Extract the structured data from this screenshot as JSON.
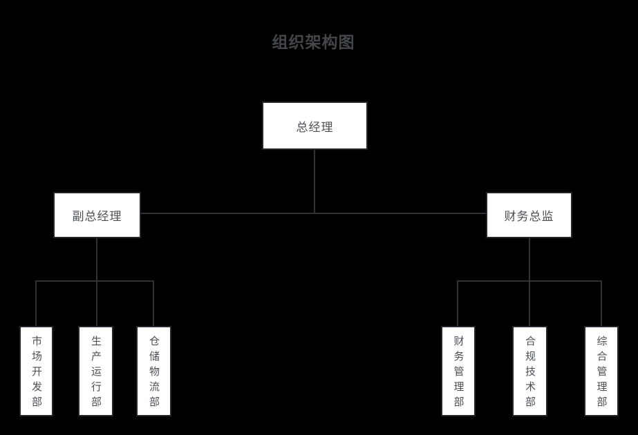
{
  "title": "组织架构图",
  "colors": {
    "background": "#000000",
    "node_fill": "#ffffff",
    "node_border": "#23272c",
    "connector": "#2f3337",
    "node_text": "#4b4f54",
    "title_text": "#43474c"
  },
  "org": {
    "root": {
      "label": "总经理",
      "children": [
        {
          "label": "副总经理",
          "children": [
            {
              "label": "市场开发部"
            },
            {
              "label": "生产运行部"
            },
            {
              "label": "仓储物流部"
            }
          ]
        },
        {
          "label": "财务总监",
          "children": [
            {
              "label": "财务管理部"
            },
            {
              "label": "合规技术部"
            },
            {
              "label": "综合管理部"
            }
          ]
        }
      ]
    }
  }
}
